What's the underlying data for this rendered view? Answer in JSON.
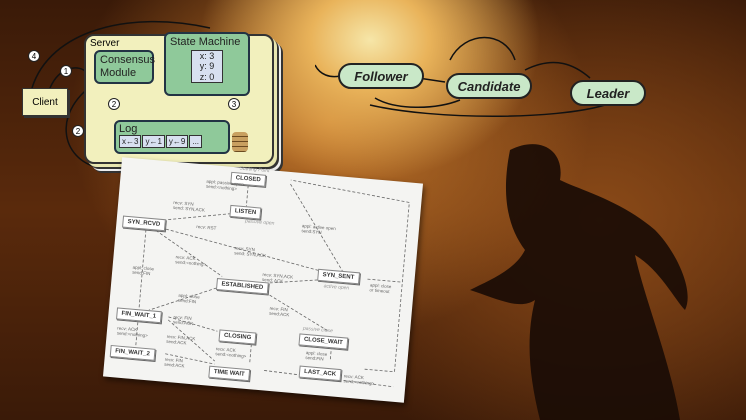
{
  "raft_architecture": {
    "client": "Client",
    "server": "Server",
    "consensus_module": "Consensus Module",
    "state_machine": "State Machine",
    "state_values": [
      "x: 3",
      "y: 9",
      "z: 0"
    ],
    "log_label": "Log",
    "log_entries": [
      "x←3",
      "y←1",
      "y←9",
      "..."
    ],
    "step_numbers": [
      "1",
      "2",
      "2",
      "3",
      "4"
    ]
  },
  "raft_states": {
    "states": [
      "Follower",
      "Candidate",
      "Leader"
    ]
  },
  "tcp_state_diagram": {
    "title": "Starting Point",
    "states": [
      "CLOSED",
      "LISTEN",
      "SYN_RCVD",
      "SYN_SENT",
      "ESTABLISHED",
      "FIN_WAIT_1",
      "CLOSING",
      "CLOSE_WAIT",
      "FIN_WAIT_2",
      "TIME WAIT",
      "LAST_ACK"
    ],
    "labels": [
      "appl: passive open\nsend:<nothing>",
      "recv: SYN\nsend: SYN,ACK",
      "passive open",
      "recv: RST",
      "appl: active open\nsend:SYN",
      "recv: SYN\nsend: SYN,ACK",
      "appl: close\nor timeout",
      "recv: ACK\nsend:<nothing>",
      "recv: SYN,ACK\nsend: ACK",
      "active open",
      "appl: close\nsend:FIN",
      "appl: close\nsend:FIN",
      "recv: FIN\nsend:ACK",
      "passive close",
      "recv: FIN\nsend:ACK",
      "recv: ACK\nsend:<nothing>",
      "recv: FIN,ACK\nsend:ACK",
      "recv: ACK\nsend:<nothing>",
      "appl: close\nsend:FIN",
      "recv: FIN\nsend:ACK",
      "recv: ACK\nsend:<nothing>"
    ]
  }
}
